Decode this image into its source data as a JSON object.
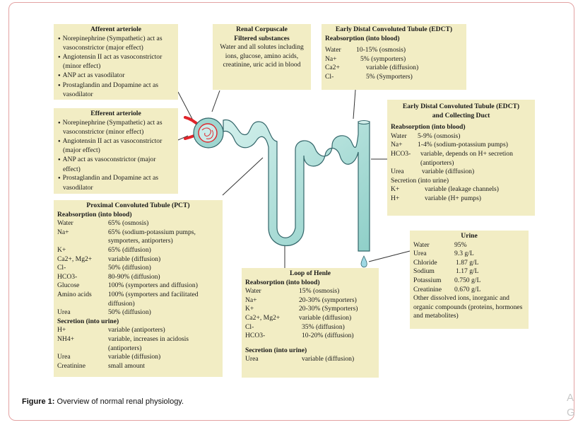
{
  "afferent": {
    "title": "Afferent arteriole",
    "items": [
      "Norepinephrine (Sympathetic) act as vasoconstrictor (major effect)",
      "Angiotensin II act as vasoconstrictor (minor effect)",
      "ANP act as vasodilator",
      "Prostaglandin and Dopamine act as vasodilator"
    ]
  },
  "efferent": {
    "title": "Efferent arteriole",
    "items": [
      "Norepinephrine (Sympathetic) act as vasoconstrictor (minor effect)",
      "Angiotensin II act as vasoconstrictor (major effect)",
      "ANP act as vasoconstrictor (major effect)",
      "Prostaglandin and Dopamine act as vasodilator"
    ]
  },
  "corpuscle": {
    "title1": "Renal  Corpuscale",
    "title2": "Filtered substances",
    "text": "Water and all solutes including ions, glucose, amino acids, creatinine, uric acid in blood"
  },
  "edct1": {
    "title": "Early Distal Convoluted Tubule (EDCT)",
    "subtitle": "Reabsorption (into blood)",
    "rows": [
      {
        "k": "Water",
        "v": "10-15% (osmosis)"
      },
      {
        "k": "Na+",
        "v": "5% (symporters)"
      },
      {
        "k": "Ca2+",
        "v": "variable (diffusion)"
      },
      {
        "k": "Cl-",
        "v": "5% (Symporters)"
      }
    ]
  },
  "edct2": {
    "title": "Early Distal Convoluted Tubule (EDCT) and Collecting Duct",
    "sub1": "Reabsorption (into blood)",
    "reab": [
      {
        "k": "Water",
        "v": "5-9% (osmosis)"
      },
      {
        "k": "Na+",
        "v": "1-4% (sodium-potassium pumps)"
      },
      {
        "k": "HCO3-",
        "v": "variable, depends on H+ secretion (antiporters)"
      },
      {
        "k": "Urea",
        "v": "variable (diffusion)"
      }
    ],
    "sub2": "Secretion (into urine)",
    "sec": [
      {
        "k": "K+",
        "v": "variable (leakage channels)"
      },
      {
        "k": "H+",
        "v": "variable (H+ pumps)"
      }
    ]
  },
  "pct": {
    "title": "Proximal Convoluted Tubule (PCT)",
    "sub1": "Reabsorption (into blood)",
    "reab": [
      {
        "k": "Water",
        "v": "65% (osmosis)"
      },
      {
        "k": "Na+",
        "v": "65% (sodium-potassium pumps, symporters, antiporters)"
      },
      {
        "k": "K+",
        "v": "65% (diffusion)"
      },
      {
        "k": "Ca2+, Mg2+",
        "v": "variable (diffusion)"
      },
      {
        "k": "Cl-",
        "v": "50% (diffusion)"
      },
      {
        "k": "HCO3-",
        "v": "80-90% (diffusion)"
      },
      {
        "k": "Glucose",
        "v": "100% (symporters and diffusion)"
      },
      {
        "k": "Amino acids",
        "v": "100% (symporters and facilitated diffusion)"
      },
      {
        "k": "Urea",
        "v": "50% (diffusion)"
      }
    ],
    "sub2": "Secretion (into urine)",
    "sec": [
      {
        "k": "H+",
        "v": "variable (antiporters)"
      },
      {
        "k": "NH4+",
        "v": "variable, increases in acidosis (antiporters)"
      },
      {
        "k": "Urea",
        "v": "variable (diffusion)"
      },
      {
        "k": "Creatinine",
        "v": "small amount"
      }
    ]
  },
  "loop": {
    "title": "Loop of Henle",
    "sub1": "Reabsorption (into blood)",
    "reab": [
      {
        "k": "Water",
        "v": "15% (osmosis)"
      },
      {
        "k": "Na+",
        "v": "20-30% (symporters)"
      },
      {
        "k": "K+",
        "v": "20-30% (Symporters)"
      },
      {
        "k": "Ca2+, Mg2+",
        "v": "variable (diffusion)"
      },
      {
        "k": "Cl-",
        "v": "35% (diffusion)"
      },
      {
        "k": "HCO3-",
        "v": "10-20% (diffusion)"
      }
    ],
    "sub2": "Secretion (into urine)",
    "sec": [
      {
        "k": "Urea",
        "v": "variable (diffusion)"
      }
    ]
  },
  "urine": {
    "title": "Urine",
    "rows": [
      {
        "k": "Water",
        "v": "95%"
      },
      {
        "k": "Urea",
        "v": "9.3 g/L"
      },
      {
        "k": "Chloride",
        "v": "1.87 g/L"
      },
      {
        "k": "Sodium",
        "v": "1.17 g/L"
      },
      {
        "k": "Potassium",
        "v": "0.750 g/L"
      },
      {
        "k": "Creatinine",
        "v": "0.670 g/L"
      }
    ],
    "note": "Other dissolved ions, inorganic and organic compounds (proteins, hormones and metabolites)"
  },
  "caption": {
    "label": "Figure 1:",
    "text": " Overview of normal renal physiology."
  },
  "edge": {
    "line1": "A",
    "line2": "G"
  },
  "colors": {
    "box_fill": "#f2edc4",
    "tubule_fill": "#a9dcd6",
    "tubule_stroke": "#33666a",
    "vessel": "#e0242a",
    "frame": "#e3a2a2"
  }
}
